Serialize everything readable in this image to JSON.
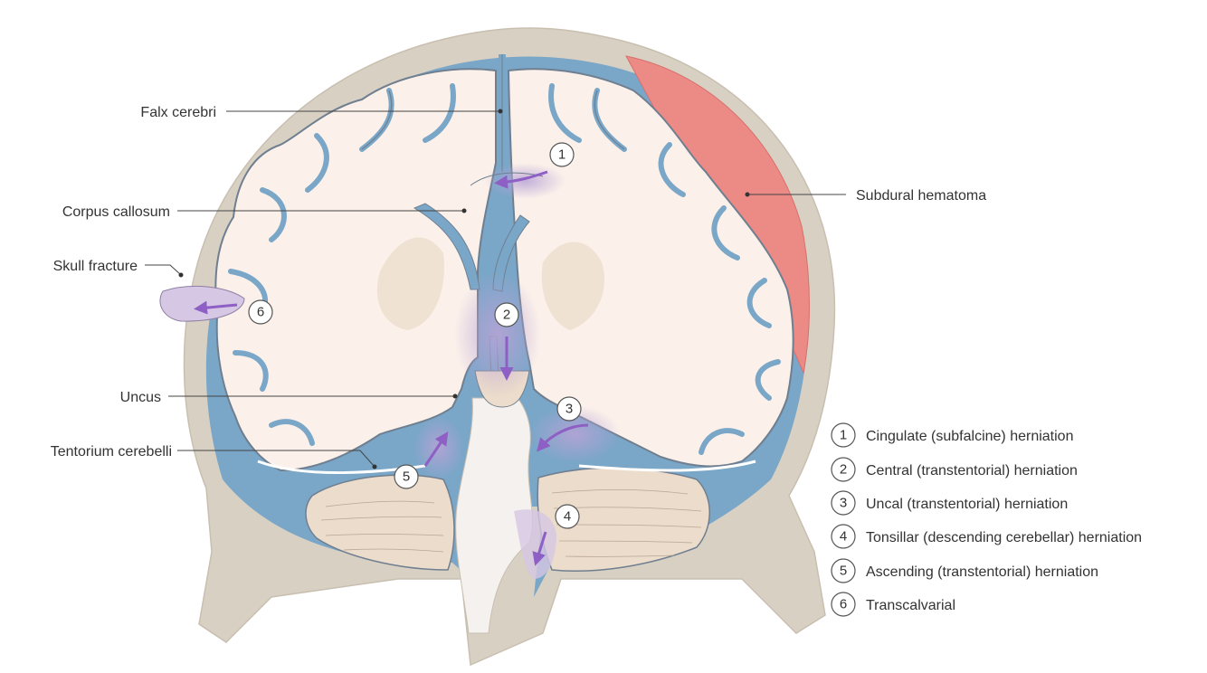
{
  "labels": {
    "falx": "Falx cerebri",
    "corpus": "Corpus callosum",
    "skull": "Skull fracture",
    "uncus": "Uncus",
    "tentorium": "Tentorium cerebelli",
    "subdural": "Subdural hematoma"
  },
  "markers": [
    "1",
    "2",
    "3",
    "4",
    "5",
    "6"
  ],
  "legend": [
    {
      "num": "1",
      "text": "Cingulate (subfalcine) herniation"
    },
    {
      "num": "2",
      "text": "Central (transtentorial) herniation"
    },
    {
      "num": "3",
      "text": "Uncal (transtentorial) herniation"
    },
    {
      "num": "4",
      "text": "Tonsillar (descending cerebellar) herniation"
    },
    {
      "num": "5",
      "text": "Ascending (transtentorial) herniation"
    },
    {
      "num": "6",
      "text": "Transcalvarial"
    }
  ],
  "colors": {
    "skull": "#d8d0c3",
    "csf": "#7aa6c8",
    "brain": "#fbf1ea",
    "gyrus_edge": "#6f7f90",
    "cerebellum": "#ecdccb",
    "hematoma": "#ec8a86",
    "herniation": "#c7b4d8",
    "arrow": "#8e5fc4"
  }
}
